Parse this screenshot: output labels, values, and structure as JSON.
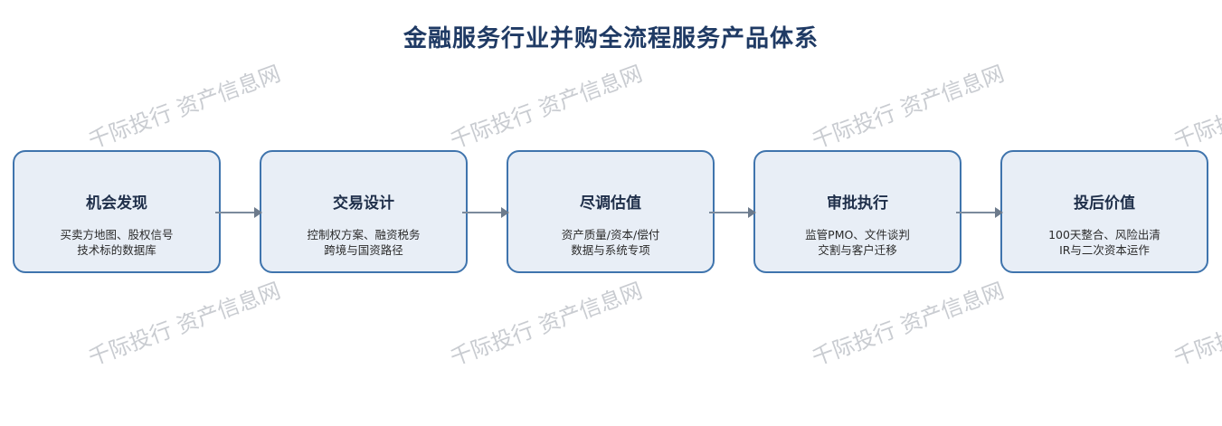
{
  "title": "金融服务行业并购全流程服务产品体系",
  "watermark_text": "千际投行 资产信息网",
  "steps": [
    {
      "title": "机会发现",
      "desc": [
        "买卖方地图、股权信号",
        "技术标的数据库"
      ]
    },
    {
      "title": "交易设计",
      "desc": [
        "控制权方案、融资税务",
        "跨境与国资路径"
      ]
    },
    {
      "title": "尽调估值",
      "desc": [
        "资产质量/资本/偿付",
        "数据与系统专项"
      ]
    },
    {
      "title": "审批执行",
      "desc": [
        "监管PMO、文件谈判",
        "交割与客户迁移"
      ]
    },
    {
      "title": "投后价值",
      "desc": [
        "100天整合、风险出清",
        "IR与二次资本运作"
      ]
    }
  ],
  "colors": {
    "title": "#1f3a64",
    "box_fill": "#e8eef6",
    "box_border": "#3f74ad",
    "arrow": "#7b8a9c",
    "watermark": "#c9ccd1"
  }
}
